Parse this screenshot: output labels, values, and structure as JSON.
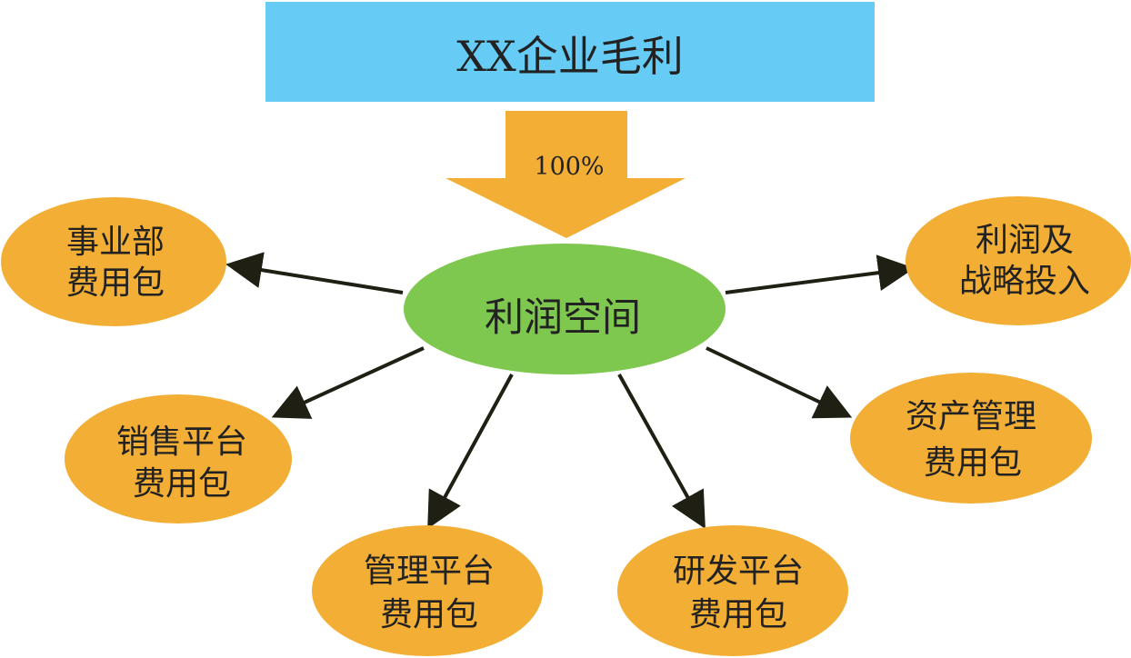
{
  "top_box": {
    "label": "XX企业毛利",
    "color": "#66CCF5"
  },
  "flow_arrow": {
    "label": "100%",
    "color": "#F2AE35"
  },
  "center_node": {
    "label": "利润空间",
    "color": "#7FC84F"
  },
  "nodes": [
    {
      "id": "business-dept",
      "lines": [
        "事业部",
        "费用包"
      ]
    },
    {
      "id": "profit-strategy",
      "lines": [
        "利润及",
        "战略投入"
      ]
    },
    {
      "id": "sales-platform",
      "lines": [
        "销售平台",
        "费用包"
      ]
    },
    {
      "id": "asset-mgmt",
      "lines": [
        "资产管理",
        "费用包"
      ]
    },
    {
      "id": "mgmt-platform",
      "lines": [
        "管理平台",
        "费用包"
      ]
    },
    {
      "id": "rd-platform",
      "lines": [
        "研发平台",
        "费用包"
      ]
    }
  ],
  "colors": {
    "node_fill": "#F2AE35",
    "connector": "#1F1F14",
    "text": "#222222"
  }
}
